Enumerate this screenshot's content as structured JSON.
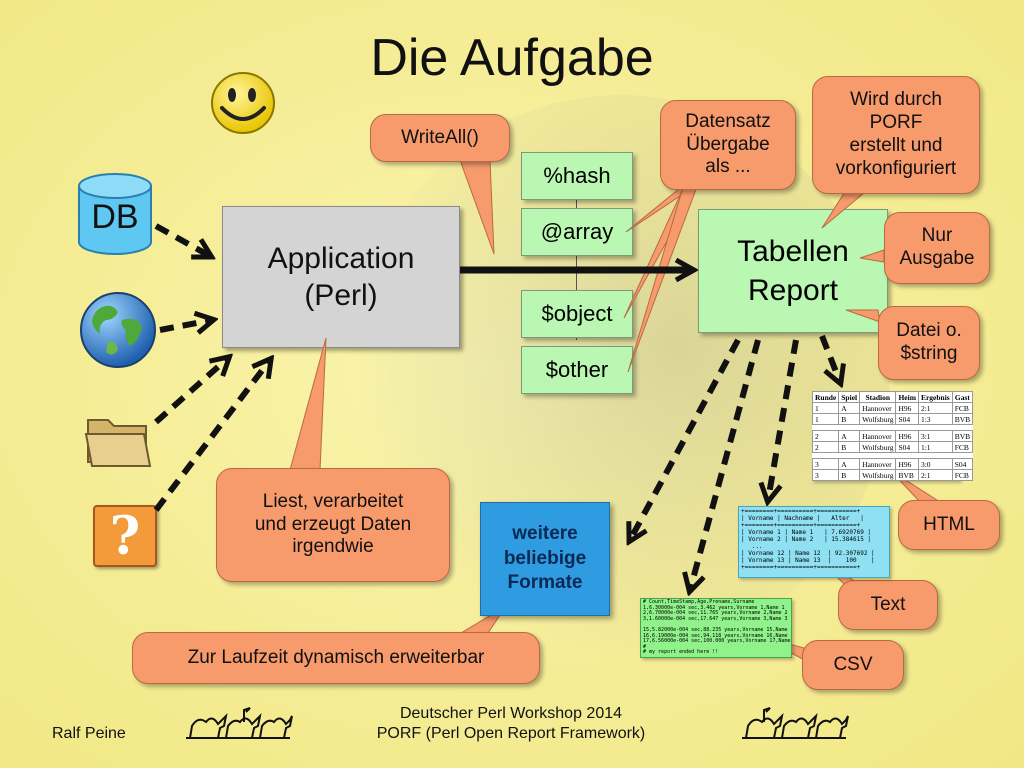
{
  "title": "Die Aufgabe",
  "db_label": "DB",
  "application_label": [
    "Application",
    "(Perl)"
  ],
  "data_types": [
    "%hash",
    "@array",
    "$object",
    "$other"
  ],
  "report_label": [
    "Tabellen",
    "Report"
  ],
  "bubbles": {
    "writeall": "WriteAll()",
    "datensatz": [
      "Datensatz",
      "Übergabe",
      "als ..."
    ],
    "porf": [
      "Wird durch",
      "PORF",
      "erstellt und",
      "vorkonfiguriert"
    ],
    "nur_ausgabe": [
      "Nur",
      "Ausgabe"
    ],
    "datei": [
      "Datei o.",
      "$string"
    ],
    "liest": [
      "Liest, verarbeitet",
      "und erzeugt Daten",
      "irgendwie"
    ],
    "html": "HTML",
    "text": "Text",
    "csv": "CSV",
    "laufzeit": "Zur Laufzeit dynamisch erweiterbar"
  },
  "weitere": [
    "weitere",
    "beliebige",
    "Formate"
  ],
  "question_mark": "?",
  "html_table": {
    "headers": [
      "Runde",
      "Spiel",
      "Stadion",
      "Heim",
      "Ergebnis",
      "Gast"
    ],
    "groups": [
      [
        [
          "1",
          "A",
          "Hannover",
          "H96",
          "2:1",
          "FCB"
        ],
        [
          "1",
          "B",
          "Wolfsburg",
          "S04",
          "1:3",
          "BVB"
        ]
      ],
      [
        [
          "2",
          "A",
          "Hannover",
          "H96",
          "3:1",
          "BVB"
        ],
        [
          "2",
          "B",
          "Wolfsburg",
          "S04",
          "1:1",
          "FCB"
        ]
      ],
      [
        [
          "3",
          "A",
          "Hannover",
          "H96",
          "3:0",
          "S04"
        ],
        [
          "3",
          "B",
          "Wolfsburg",
          "BVB",
          "2:1",
          "FCB"
        ]
      ]
    ]
  },
  "text_table_lines": [
    "+========+==========+===========+",
    "| Vorname | Nachname |   Alter   |",
    "+========+==========+===========+",
    "| Vorname 1 | Name 1   | 7.6920769 |",
    "| Vorname 2 | Name 2   | 15.384615 |",
    "   ...",
    "| Vorname 12 | Name 12  | 92.307692 |",
    "| Vorname 13 | Name 13  |    100    |",
    "+========+==========+===========+"
  ],
  "csv_lines": [
    "# Count,TimeStamp,Age,Prename,Surname",
    "1,6.30000e-004 sec,3.462 years,Vorname 1,Name 1",
    "2,6.70000e-004 sec,11.765 years,Vorname 2,Name 2",
    "3,1.60000e-004 sec,17.647 years,Vorname 3,Name 3",
    "",
    "15,5.82000e-004 sec,88.235 years,Vorname 15,Name 15",
    "16,6.19000e-004 sec,94.118 years,Vorname 16,Name 16",
    "17,6.56000e-004 sec,100.000 years,Vorname 17,Name 17",
    "#",
    "# my report ended here !!"
  ],
  "footer": {
    "author": "Ralf Peine",
    "event": [
      "Deutscher Perl Workshop 2014",
      "PORF (Perl Open Report Framework)"
    ]
  },
  "colors": {
    "bubble": "#f79a6c",
    "green": "#b9f7b2",
    "blue": "#2f9be0",
    "gray": "#d4d4d4"
  }
}
